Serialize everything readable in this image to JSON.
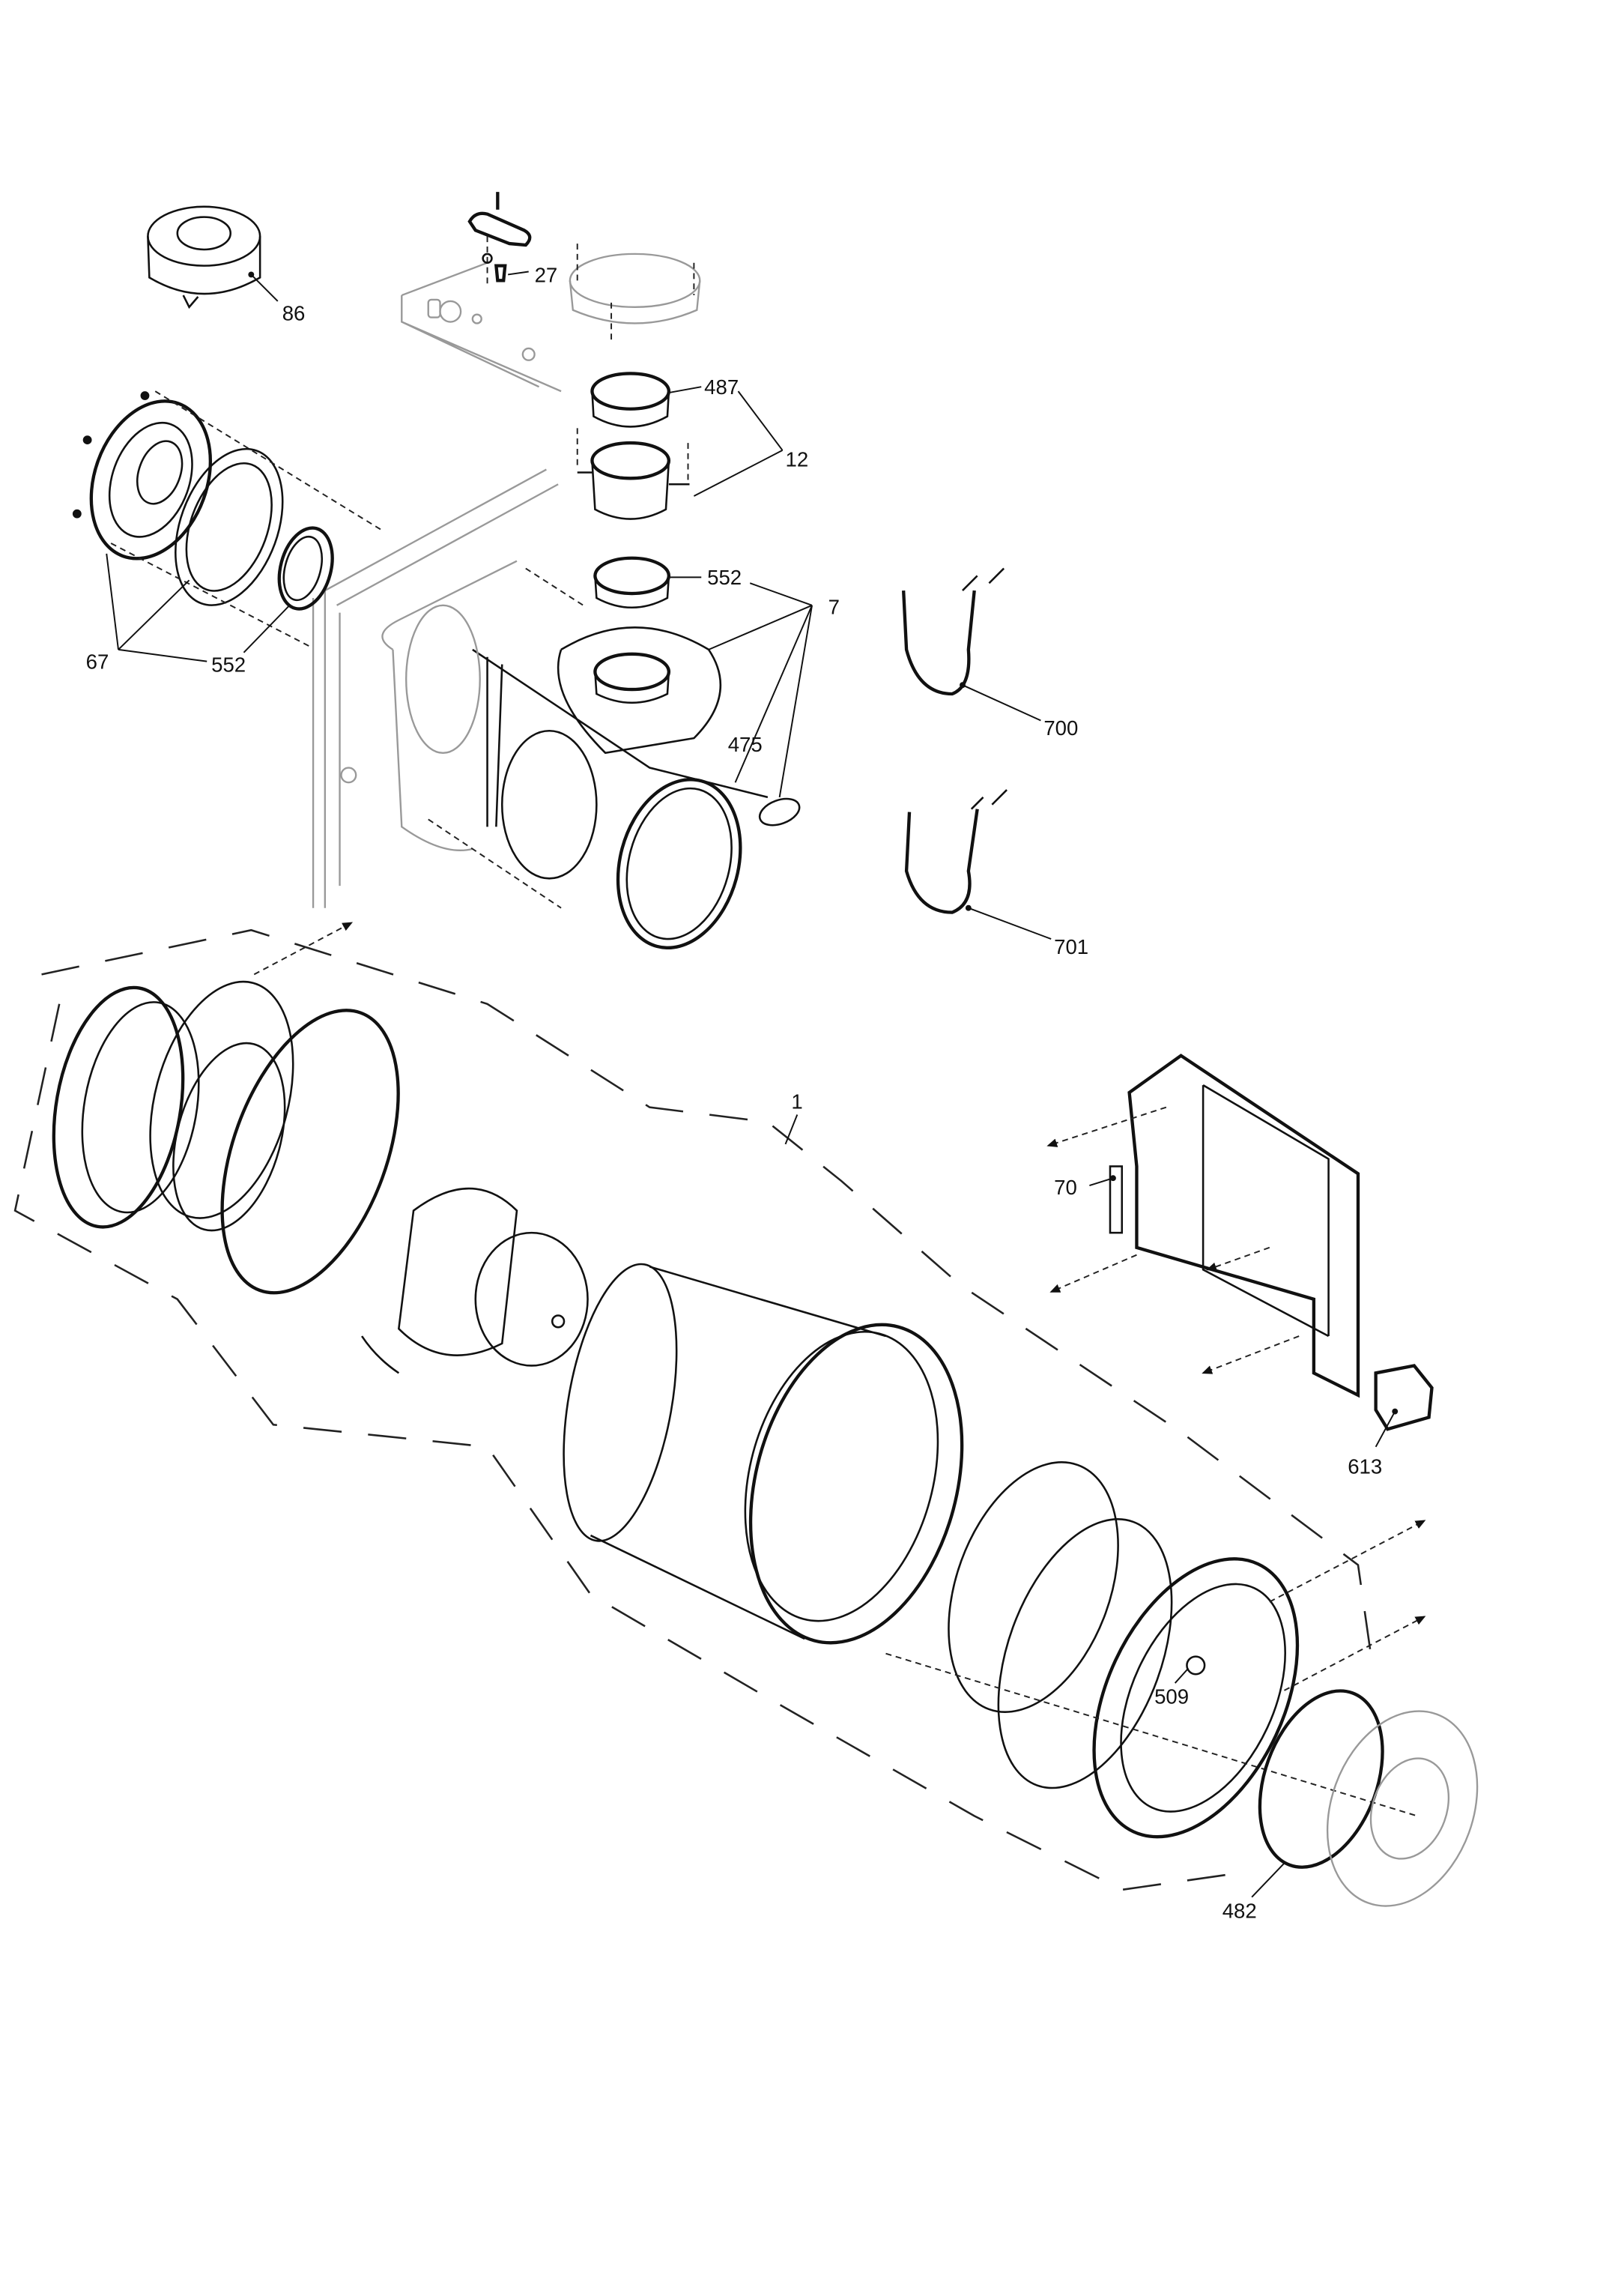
{
  "diagram": {
    "type": "exploded-parts-view",
    "labels": {
      "p86": "86",
      "p27": "27",
      "p487": "487",
      "p12": "12",
      "p552a": "552",
      "p7": "7",
      "p67": "67",
      "p552b": "552",
      "p700": "700",
      "p475": "475",
      "p701": "701",
      "p1": "1",
      "p70": "70",
      "p613": "613",
      "p509": "509",
      "p482": "482"
    }
  }
}
